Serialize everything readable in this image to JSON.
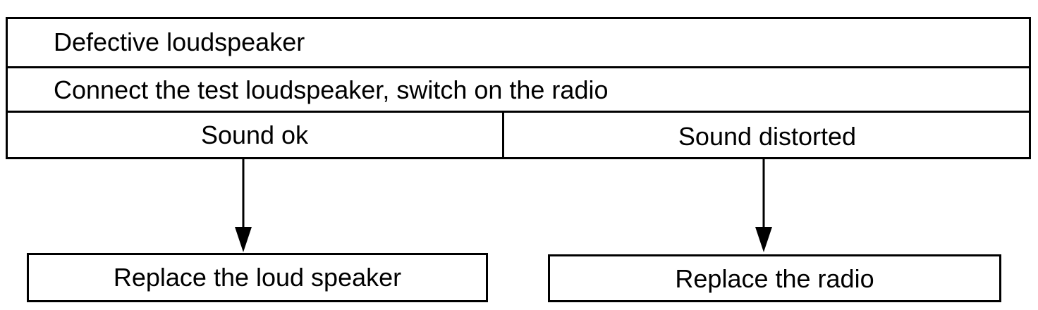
{
  "header": {
    "title": "Defective loudspeaker",
    "instruction": "Connect the test loudspeaker, switch on the radio"
  },
  "branches": {
    "left": {
      "condition": "Sound ok",
      "action": "Replace the loud speaker"
    },
    "right": {
      "condition": "Sound distorted",
      "action": "Replace the radio"
    }
  }
}
